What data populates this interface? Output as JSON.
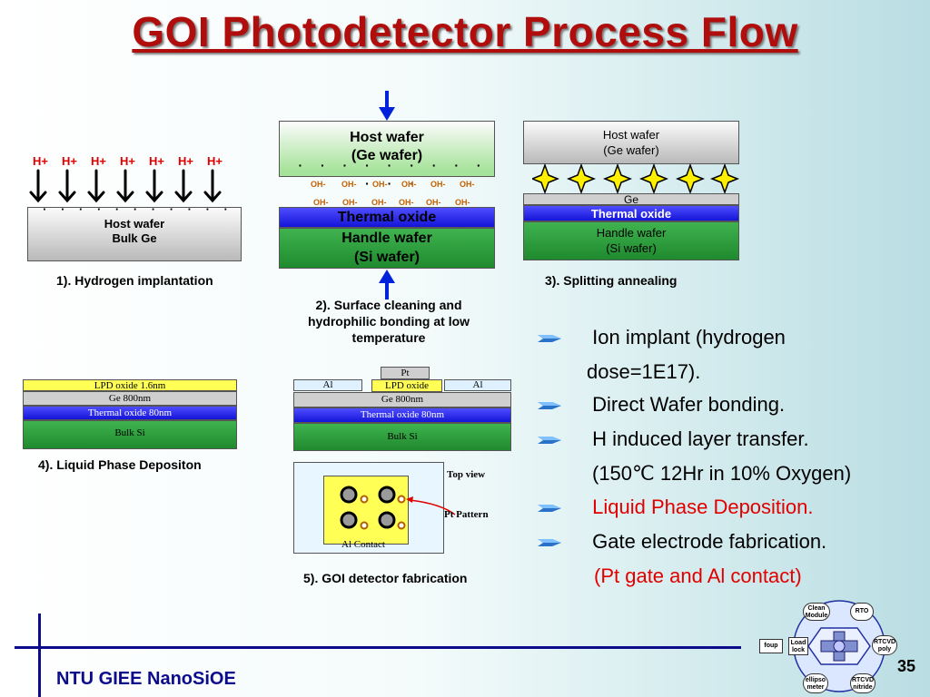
{
  "title": "GOI Photodetector Process Flow",
  "step1": {
    "h_labels": [
      "H+",
      "H+",
      "H+",
      "H+",
      "H+",
      "H+",
      "H+"
    ],
    "wafer_line1": "Host wafer",
    "wafer_line2": "Bulk Ge",
    "caption": "1). Hydrogen implantation"
  },
  "step2": {
    "host_line1": "Host wafer",
    "host_line2": "(Ge wafer)",
    "oh_row1": [
      "OH-",
      "OH-",
      "OH-",
      "OH-",
      "OH-",
      "OH-"
    ],
    "oh_row2": [
      "OH-",
      "OH-",
      "OH-",
      "OH-",
      "OH-",
      "OH-"
    ],
    "oxide": "Thermal oxide",
    "handle_line1": "Handle wafer",
    "handle_line2": "(Si wafer)",
    "caption_line1": "2). Surface cleaning and",
    "caption_line2": "hydrophilic bonding at low",
    "caption_line3": "temperature"
  },
  "step3": {
    "host_line1": "Host wafer",
    "host_line2": "(Ge wafer)",
    "ge": "Ge",
    "oxide": "Thermal oxide",
    "handle_line1": "Handle wafer",
    "handle_line2": "(Si wafer)",
    "caption": "3). Splitting annealing"
  },
  "step4": {
    "lpd": "LPD oxide 1.6nm",
    "ge": "Ge 800nm",
    "oxide": "Thermal oxide 80nm",
    "si": "Bulk Si",
    "caption": "4). Liquid Phase Depositon"
  },
  "step5": {
    "pt": "Pt",
    "al_left": "Al",
    "lpd": "LPD oxide",
    "al_right": "Al",
    "ge": "Ge 800nm",
    "oxide": "Thermal oxide 80nm",
    "si": "Bulk Si",
    "top_view": "Top view",
    "pt_pattern": "Pt Pattern",
    "al_contact": "Al Contact",
    "caption": "5). GOI detector fabrication"
  },
  "bullets": [
    {
      "line1": "Ion implant (hydrogen",
      "line2": "dose=1E17).",
      "color": "#000000"
    },
    {
      "line1": "Direct Wafer bonding.",
      "line2": "",
      "color": "#000000"
    },
    {
      "line1": "H induced layer transfer.",
      "line2": "(150℃ 12Hr in 10% Oxygen)",
      "color": "#000000"
    },
    {
      "line1": "Liquid Phase Deposition.",
      "line2": "",
      "color": "#e00000"
    },
    {
      "line1": "Gate electrode fabrication.",
      "line2": "(Pt gate and Al contact)",
      "color": "#000000",
      "line2_color": "#e00000"
    }
  ],
  "footer": {
    "org": "NTU GIEE NanoSiOE",
    "page": "35"
  },
  "tool_diagram": {
    "clean_module": "Clean Module",
    "rto": "RTO",
    "rtcvd_poly": "RTCVD poly",
    "rtcvd_nitride": "RTCVD nitride",
    "ellipsometer": "ellipso meter",
    "load_lock": "Load lock",
    "foup": "foup"
  },
  "colors": {
    "title": "#b00d0d",
    "accent_red": "#e00000",
    "footer_blue": "#0b0b8c",
    "arrow_blue": "#0022dd"
  }
}
